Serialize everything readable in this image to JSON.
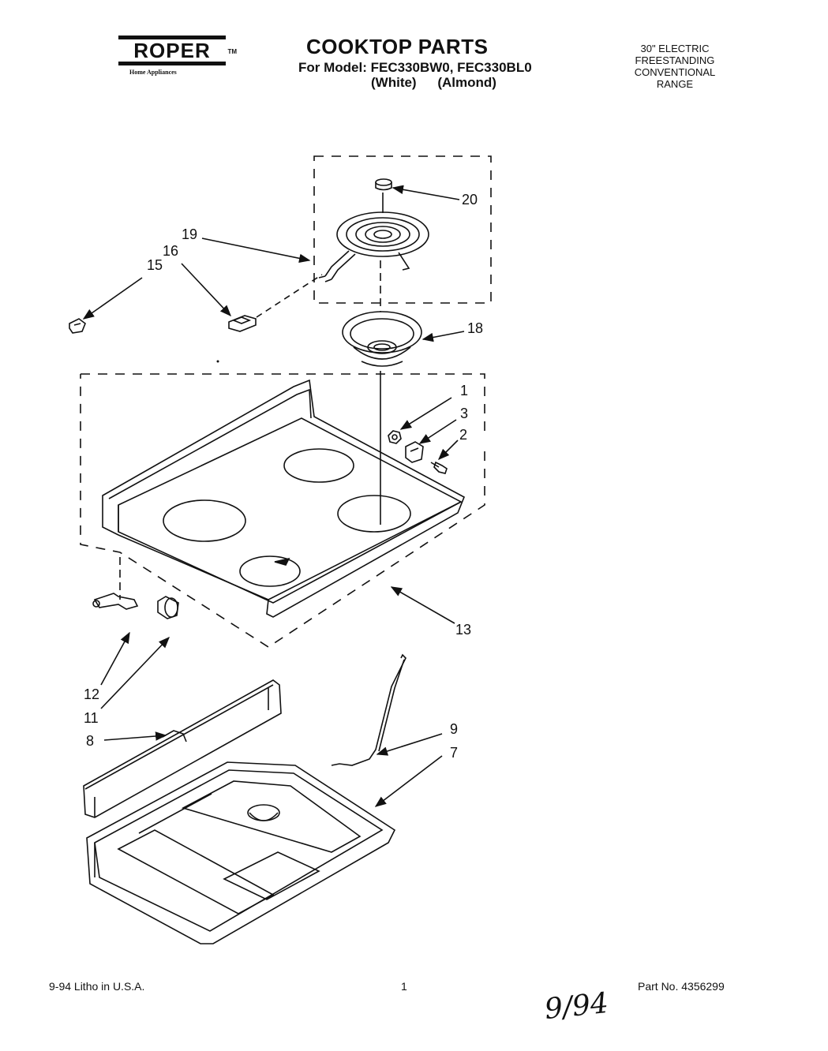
{
  "header": {
    "brand": "ROPER",
    "trademark": "TM",
    "brand_tagline": "Home Appliances",
    "title": "COOKTOP PARTS",
    "model_line": "For Model: FEC330BW0, FEC330BL0",
    "variants": [
      "(White)",
      "(Almond)"
    ],
    "range_description": [
      "30\" ELECTRIC",
      "FREESTANDING",
      "CONVENTIONAL",
      "RANGE"
    ]
  },
  "callouts": {
    "c1": "1",
    "c2": "2",
    "c3": "3",
    "c7": "7",
    "c8": "8",
    "c9": "9",
    "c11": "11",
    "c12": "12",
    "c13": "13",
    "c15": "15",
    "c16": "16",
    "c18": "18",
    "c19": "19",
    "c20": "20"
  },
  "footer": {
    "date_print": "9-94  Litho in U.S.A.",
    "page_number": "1",
    "part_number": "Part No.  4356299",
    "handwritten_note": "9/94"
  }
}
